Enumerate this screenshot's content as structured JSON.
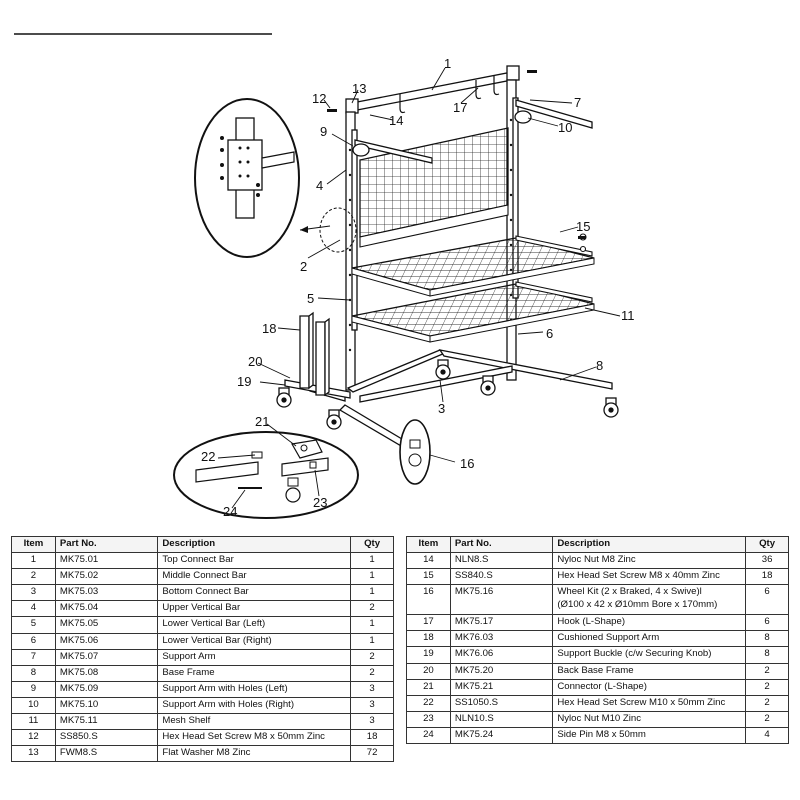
{
  "callouts": [
    "1",
    "2",
    "3",
    "4",
    "5",
    "6",
    "7",
    "8",
    "9",
    "10",
    "11",
    "12",
    "13",
    "14",
    "15",
    "16",
    "17",
    "18",
    "19",
    "20",
    "21",
    "22",
    "23",
    "24"
  ],
  "table": {
    "headers": {
      "item": "Item",
      "part": "Part No.",
      "desc": "Description",
      "qty": "Qty"
    },
    "left_rows": [
      {
        "item": "1",
        "part": "MK75.01",
        "desc": "Top Connect Bar",
        "qty": "1"
      },
      {
        "item": "2",
        "part": "MK75.02",
        "desc": "Middle Connect Bar",
        "qty": "1"
      },
      {
        "item": "3",
        "part": "MK75.03",
        "desc": "Bottom Connect Bar",
        "qty": "1"
      },
      {
        "item": "4",
        "part": "MK75.04",
        "desc": "Upper Vertical Bar",
        "qty": "2"
      },
      {
        "item": "5",
        "part": "MK75.05",
        "desc": "Lower Vertical Bar (Left)",
        "qty": "1"
      },
      {
        "item": "6",
        "part": "MK75.06",
        "desc": "Lower Vertical Bar (Right)",
        "qty": "1"
      },
      {
        "item": "7",
        "part": "MK75.07",
        "desc": "Support Arm",
        "qty": "2"
      },
      {
        "item": "8",
        "part": "MK75.08",
        "desc": "Base Frame",
        "qty": "2"
      },
      {
        "item": "9",
        "part": "MK75.09",
        "desc": "Support Arm with Holes (Left)",
        "qty": "3"
      },
      {
        "item": "10",
        "part": "MK75.10",
        "desc": "Support Arm with Holes (Right)",
        "qty": "3"
      },
      {
        "item": "11",
        "part": "MK75.11",
        "desc": "Mesh Shelf",
        "qty": "3"
      },
      {
        "item": "12",
        "part": "SS850.S",
        "desc": "Hex Head Set Screw M8 x 50mm Zinc",
        "qty": "18"
      },
      {
        "item": "13",
        "part": "FWM8.S",
        "desc": "Flat Washer M8 Zinc",
        "qty": "72"
      }
    ],
    "right_rows": [
      {
        "item": "14",
        "part": "NLN8.S",
        "desc": "Nyloc Nut M8 Zinc",
        "qty": "36"
      },
      {
        "item": "15",
        "part": "SS840.S",
        "desc": "Hex Head Set Screw M8 x 40mm Zinc",
        "qty": "18"
      },
      {
        "item": "16",
        "part": "MK75.16",
        "desc": "Wheel Kit (2 x Braked, 4 x Swive)l",
        "desc2": "(Ø100 x 42 x Ø10mm Bore x 170mm)",
        "qty": "6"
      },
      {
        "item": "17",
        "part": "MK75.17",
        "desc": "Hook (L-Shape)",
        "qty": "6"
      },
      {
        "item": "18",
        "part": "MK76.03",
        "desc": "Cushioned Support Arm",
        "qty": "8"
      },
      {
        "item": "19",
        "part": "MK76.06",
        "desc": "Support Buckle (c/w Securing Knob)",
        "qty": "8"
      },
      {
        "item": "20",
        "part": "MK75.20",
        "desc": "Back Base Frame",
        "qty": "2"
      },
      {
        "item": "21",
        "part": "MK75.21",
        "desc": "Connector (L-Shape)",
        "qty": "2"
      },
      {
        "item": "22",
        "part": "SS1050.S",
        "desc": "Hex Head Set Screw M10 x 50mm Zinc",
        "qty": "2"
      },
      {
        "item": "23",
        "part": "NLN10.S",
        "desc": "Nyloc Nut M10 Zinc",
        "qty": "2"
      },
      {
        "item": "24",
        "part": "MK75.24",
        "desc": "Side Pin M8 x 50mm",
        "qty": "4"
      }
    ]
  }
}
